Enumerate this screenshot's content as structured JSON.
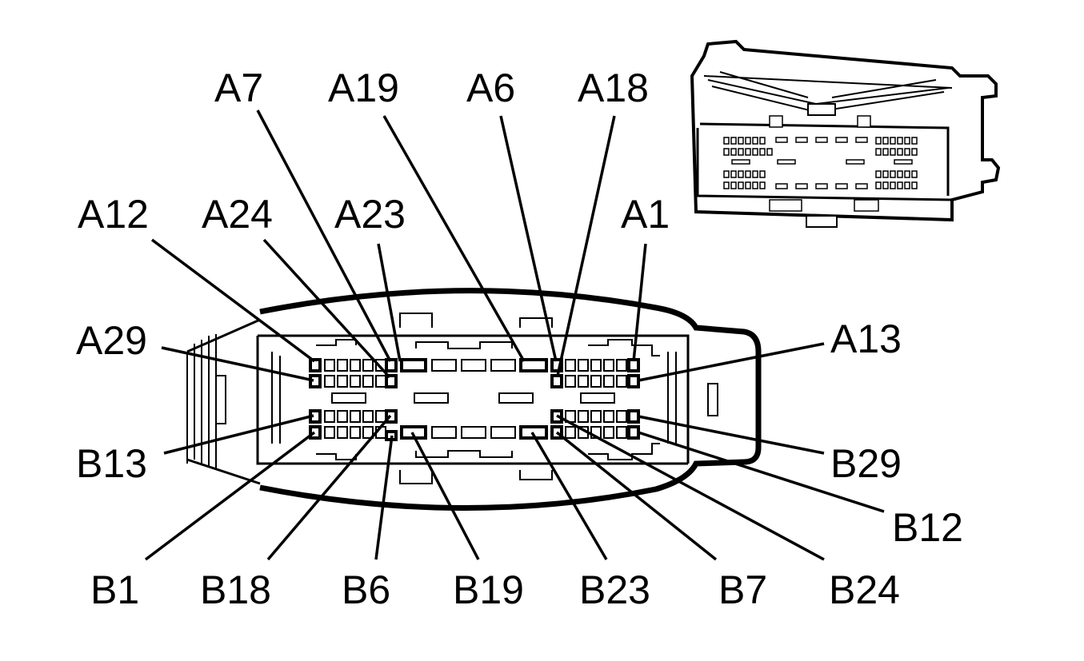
{
  "labels": {
    "a7": "A7",
    "a19": "A19",
    "a6": "A6",
    "a18": "A18",
    "a12": "A12",
    "a24": "A24",
    "a23": "A23",
    "a1": "A1",
    "a29": "A29",
    "a13": "A13",
    "b13": "B13",
    "b29": "B29",
    "b12": "B12",
    "b1": "B1",
    "b18": "B18",
    "b6": "B6",
    "b19": "B19",
    "b23": "B23",
    "b7": "B7",
    "b24": "B24"
  }
}
